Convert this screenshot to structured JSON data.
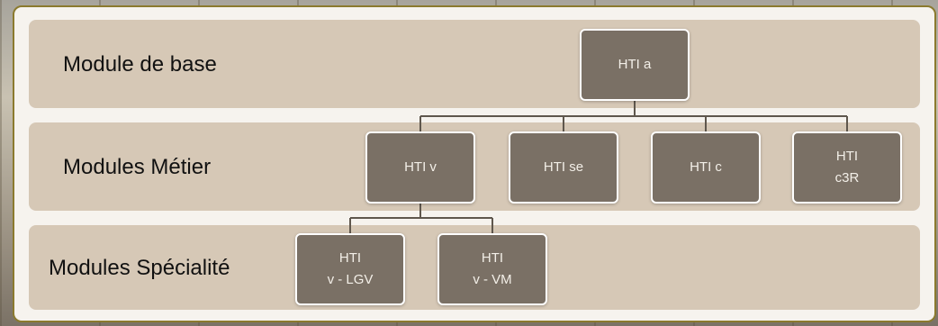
{
  "levels": [
    {
      "label": "Module de base"
    },
    {
      "label": "Modules Métier"
    },
    {
      "label": "Modules Spécialité"
    }
  ],
  "nodes": {
    "hti_a": {
      "line1": "HTI a",
      "line2": ""
    },
    "hti_v": {
      "line1": "HTI v",
      "line2": ""
    },
    "hti_se": {
      "line1": "HTI se",
      "line2": ""
    },
    "hti_c": {
      "line1": "HTI c",
      "line2": ""
    },
    "hti_c3r": {
      "line1": "HTI",
      "line2": "c3R"
    },
    "hti_v_lgv": {
      "line1": "HTI",
      "line2": "v - LGV"
    },
    "hti_v_vm": {
      "line1": "HTI",
      "line2": "v - VM"
    }
  },
  "colors": {
    "band": "#d6c8b6",
    "node": "#7a7065",
    "node_text": "#f3efe8",
    "connector": "#5f574d"
  }
}
